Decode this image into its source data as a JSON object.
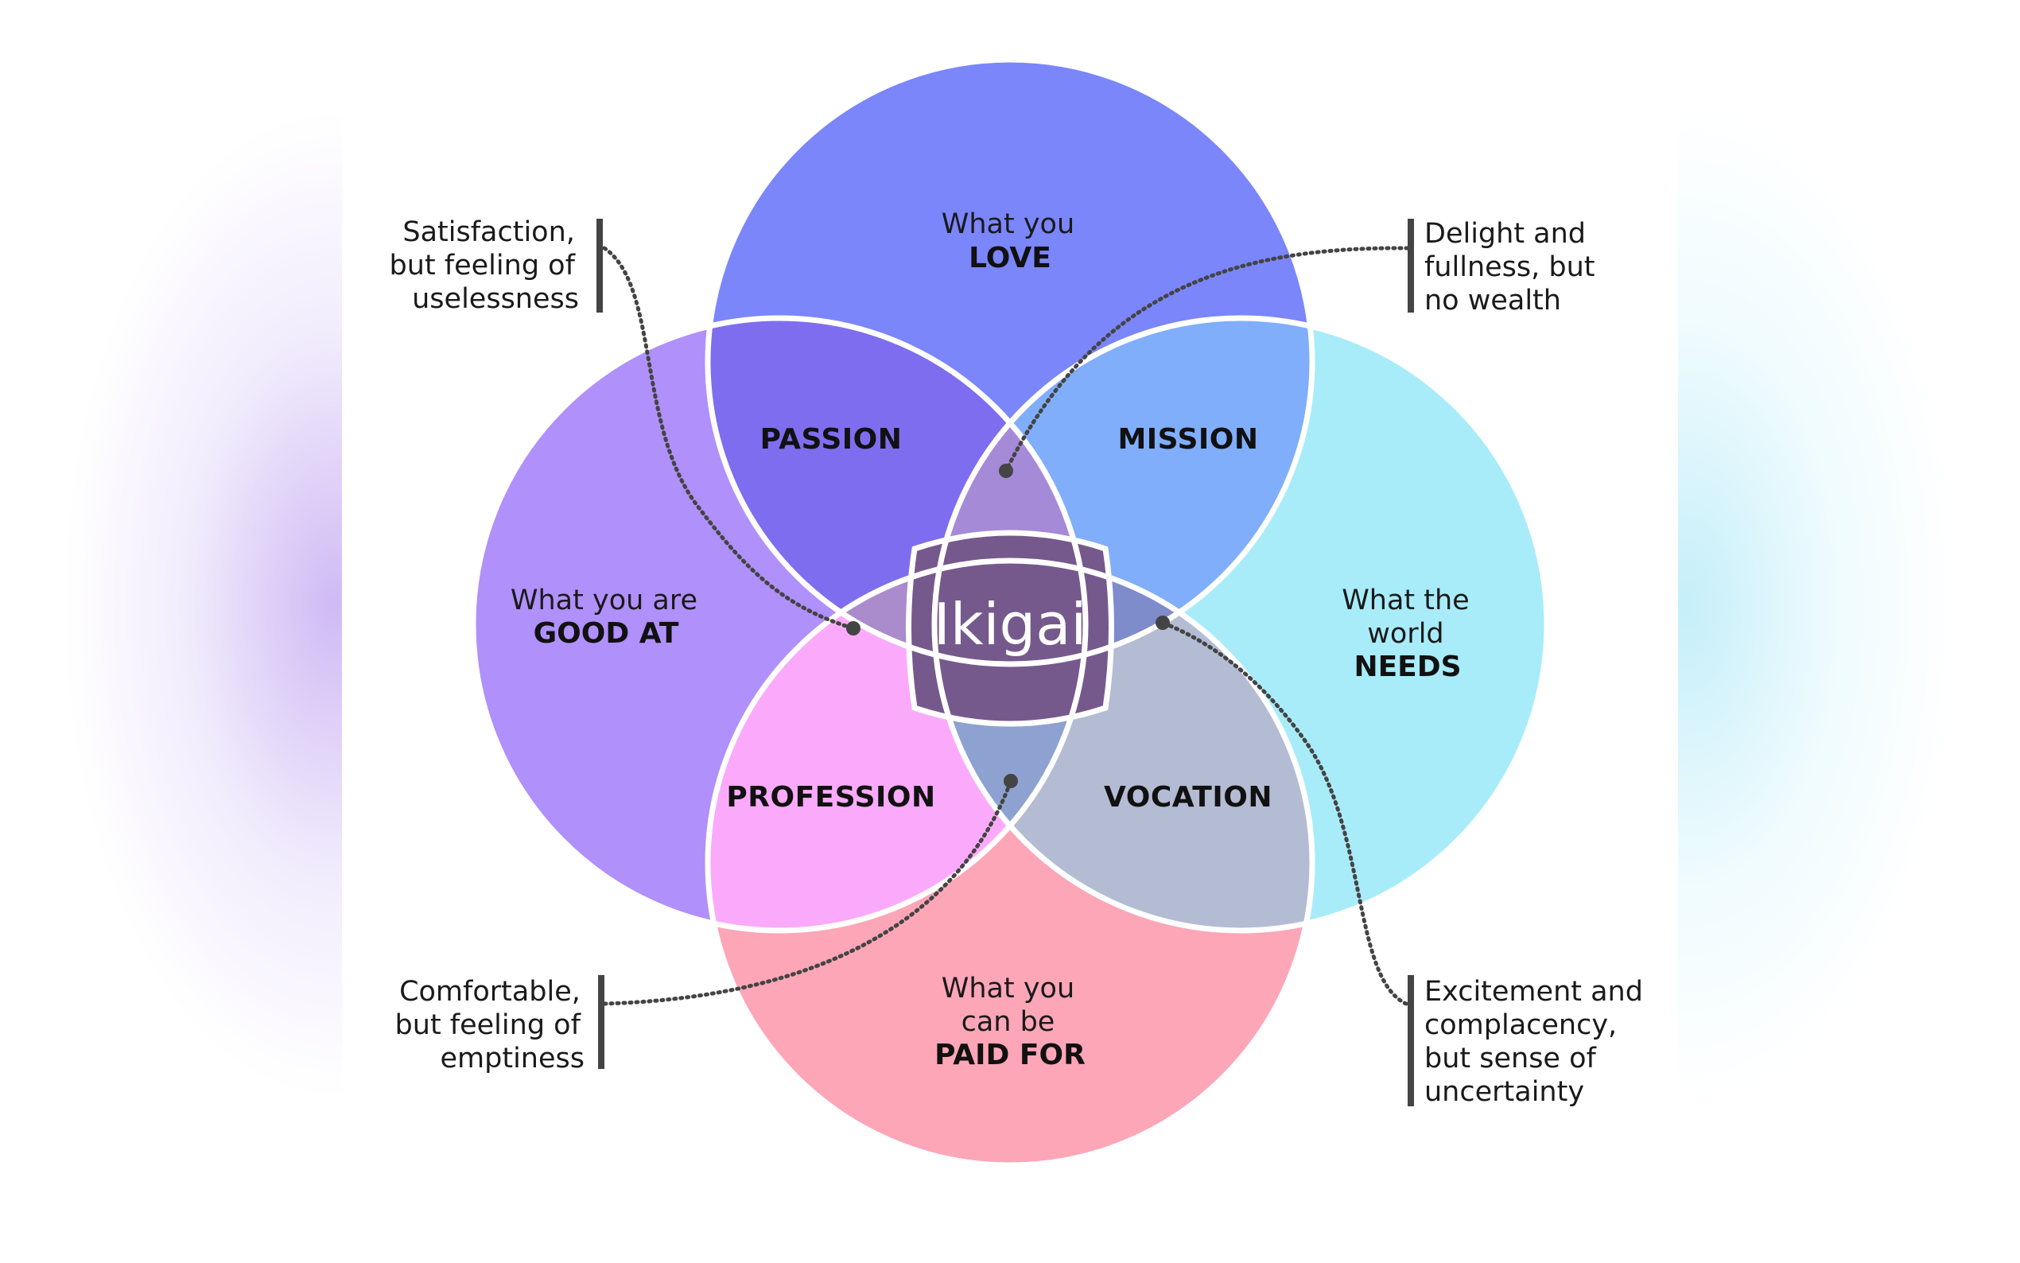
{
  "center": {
    "label": "Ikigai"
  },
  "circles": [
    {
      "id": "love",
      "lines": [
        "What you"
      ],
      "bold": [
        "LOVE"
      ],
      "color": "#7b86fb"
    },
    {
      "id": "good",
      "lines": [
        "What you are"
      ],
      "bold": [
        "GOOD AT"
      ],
      "color": "#b090fb"
    },
    {
      "id": "needs",
      "lines": [
        "What the",
        "world"
      ],
      "bold": [
        "NEEDS"
      ],
      "color": "#a8ecfa"
    },
    {
      "id": "paid",
      "lines": [
        "What you",
        "can be"
      ],
      "bold": [
        "PAID FOR"
      ],
      "color": "#fda6b8"
    }
  ],
  "zones": {
    "passion": "PASSION",
    "mission": "MISSION",
    "profession": "PROFESSION",
    "vocation": "VOCATION"
  },
  "notes": {
    "top_left": [
      "Satisfaction,",
      "but feeling of",
      "uselessness"
    ],
    "top_right": [
      "Delight and",
      "fullness, but",
      "no wealth"
    ],
    "bottom_left": [
      "Comfortable,",
      "but feeling of",
      "emptiness"
    ],
    "bottom_right": [
      "Excitement and",
      "complacency,",
      "but sense of",
      "uncertainty"
    ]
  },
  "colors": {
    "passion": "#7f6def",
    "mission": "#80aefb",
    "profession": "#fbaafb",
    "vocation": "#b4bcd4",
    "love_good": "#a58ad8",
    "love_needs": "#7e8ccc",
    "good_paid": "#aa8ccc",
    "needs_paid": "#8da2d0",
    "center": "#76598c",
    "outline": "#ffffff",
    "connector": "#444444"
  }
}
